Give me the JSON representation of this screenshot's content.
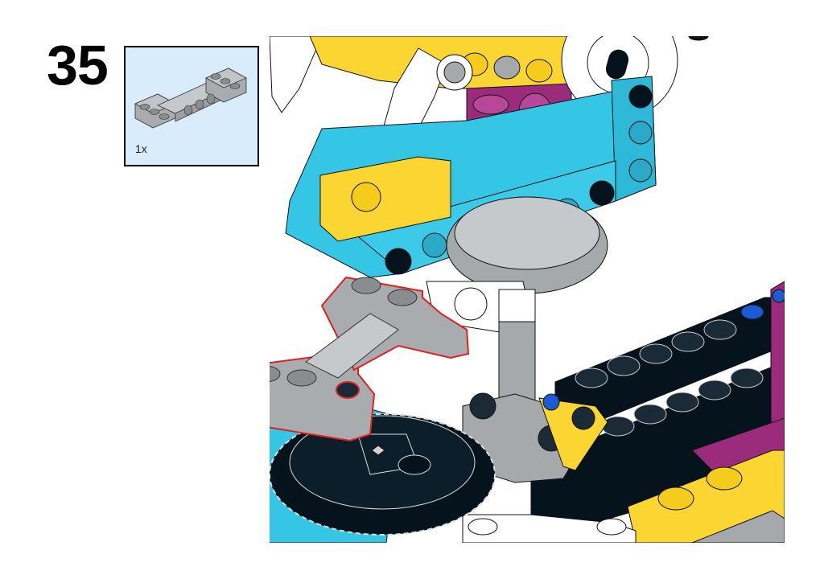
{
  "step": {
    "number": "35"
  },
  "parts_callout": {
    "items": [
      {
        "name": "light-gray-h-frame-beam",
        "quantity": "1x"
      }
    ]
  },
  "colors": {
    "azure": "#35c6e6",
    "yellow": "#fbd633",
    "magenta": "#9b2c7c",
    "black": "#05131d",
    "light_gray": "#a6a9ab",
    "white": "#ffffff",
    "blue": "#1d5bd4",
    "highlight": "#e0201c",
    "callout_bg": "#d8ecfb"
  }
}
